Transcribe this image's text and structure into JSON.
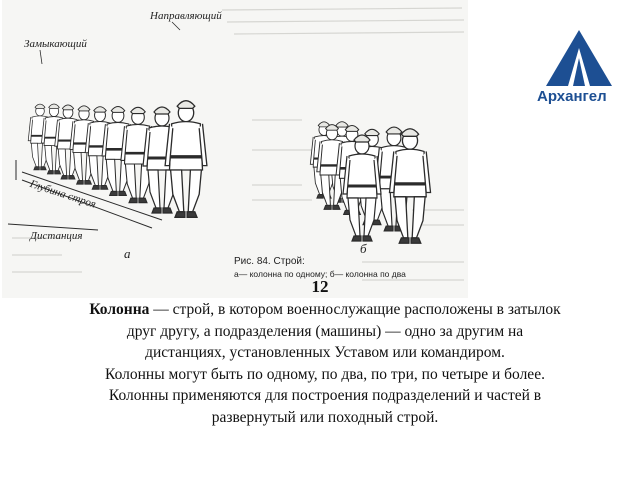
{
  "logo": {
    "name": "Архангел",
    "icon": "arkhangel-logo-icon",
    "color": "#1d4f93"
  },
  "figure": {
    "label_guide": "Направляющий",
    "label_closing": "Замыкающий",
    "label_depth": "Глубина строя",
    "label_distance": "Дистанция",
    "label_a": "а",
    "label_b": "б",
    "caption_title": "Рис. 84. Строй:",
    "caption_sub": "а— колонна по одному; б— колонна по два"
  },
  "slide": {
    "number": "12",
    "term": "Колонна",
    "definition_line1": " — строй, в котором военнослужащие расположены в затылок",
    "lines": [
      "друг другу, а подразделения (машины) — одно за другим на",
      "дистанциях, установленных Уставом или командиром.",
      "Колонны могут быть по одному, по два, по три, по четыре и более.",
      "Колонны применяются для построения подразделений и частей в",
      "развернутый или походный строй."
    ]
  }
}
